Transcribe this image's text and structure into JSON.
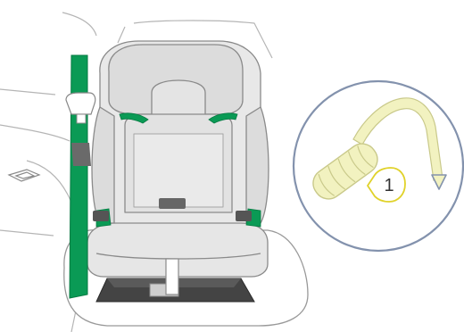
{
  "callout": {
    "number": "1"
  },
  "colors": {
    "seat_fill": "#e6e6e6",
    "outline": "#8a8a8a",
    "belt_green": "#0a9a55",
    "handle_yellow": "#f2f2c0",
    "handle_outline": "#c9c98a",
    "callout_ring": "#8392ad",
    "callout_badge": "#e0d22a",
    "base_dark": "#3a3a3a"
  },
  "icons": [
    "car-seat",
    "seat-belt",
    "isofix-anchor",
    "pull-strap",
    "direction-arrow"
  ]
}
